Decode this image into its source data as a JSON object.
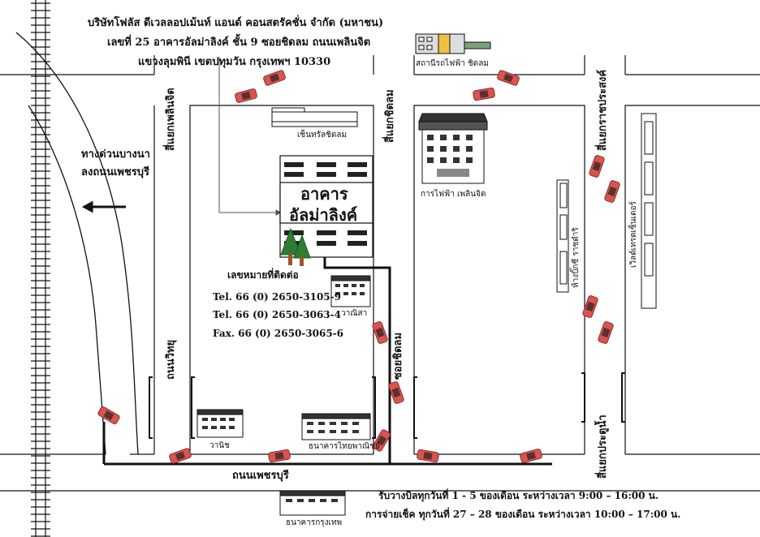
{
  "company": {
    "name": "บริษัทโฟลัส ดีเวลลอปเม้นท์ แอนด์ คอนสตรัคชั่น จำกัด (มหาชน)",
    "address_line1": "เลขที่ 25 อาคารอัลม่าลิงค์ ชั้น 9 ซอยชิดลม ถนนเพลินจิต",
    "address_line2": "แขวงลุมพินี เขตปทุมวัน กรุงเทพฯ 10330"
  },
  "roads": {
    "phetchaburi": "ถนนเพชรบุรี",
    "witthayu": "ถนนวิทยุ",
    "soi_chidlom": "ซอยชิดลม",
    "ploenchit_intersection": "สี่แยกเพลินจิต",
    "chidlom_intersection": "สี่แยกชิดลม",
    "ratchaprasong_intersection": "สี่แยกราชประสงค์",
    "pratunam_intersection": "สี่แยกประตูน้ำ",
    "expressway_exit_line1": "ทางด่วนบางนา",
    "expressway_exit_line2": "ลงถนนเพชรบุรี"
  },
  "landmarks": {
    "bts_chidlom": "สถานีรถไฟฟ้า ชิดลม",
    "central_chidlom": "เซ็นทรัลชิดลม",
    "electricity_ploenchit": "การไฟฟ้า เพลินจิต",
    "big_c_ratchadamri": "ห้างบิ๊กซี ราชดำริ",
    "world_trade_center": "เวิลด์เทรดเซ็นเตอร์",
    "wanisa": "วาณิสา",
    "wanit": "วานิช",
    "scb": "ธนาคารไทยพาณิชย์",
    "krungthai": "ธนาคารกรุงเทพ"
  },
  "building": {
    "line1": "อาคาร",
    "line2": "อัลม่าลิงค์"
  },
  "contact": {
    "heading": "เลขหมายที่ติดต่อ",
    "tel1": "Tel. 66 (0) 2650-3105-9",
    "tel2": "Tel. 66 (0) 2650-3063-4",
    "fax": "Fax. 66 (0) 2650-3065-6"
  },
  "notes": {
    "billing": "รับวางบิลทุกวันที่ 1 - 5 ของเดือน ระหว่างเวลา 9:00 – 16:00 น.",
    "cheque": "การจ่ายเช็ค ทุกวันที่ 27 – 28 ของเดือน ระหว่างเวลา 10:00 – 17:00 น."
  },
  "colors": {
    "car": "#d9534f",
    "tree": "#2e7d32",
    "tree_trunk": "#a0522d",
    "line": "#111111",
    "bts_roof": "#7aa37a"
  }
}
